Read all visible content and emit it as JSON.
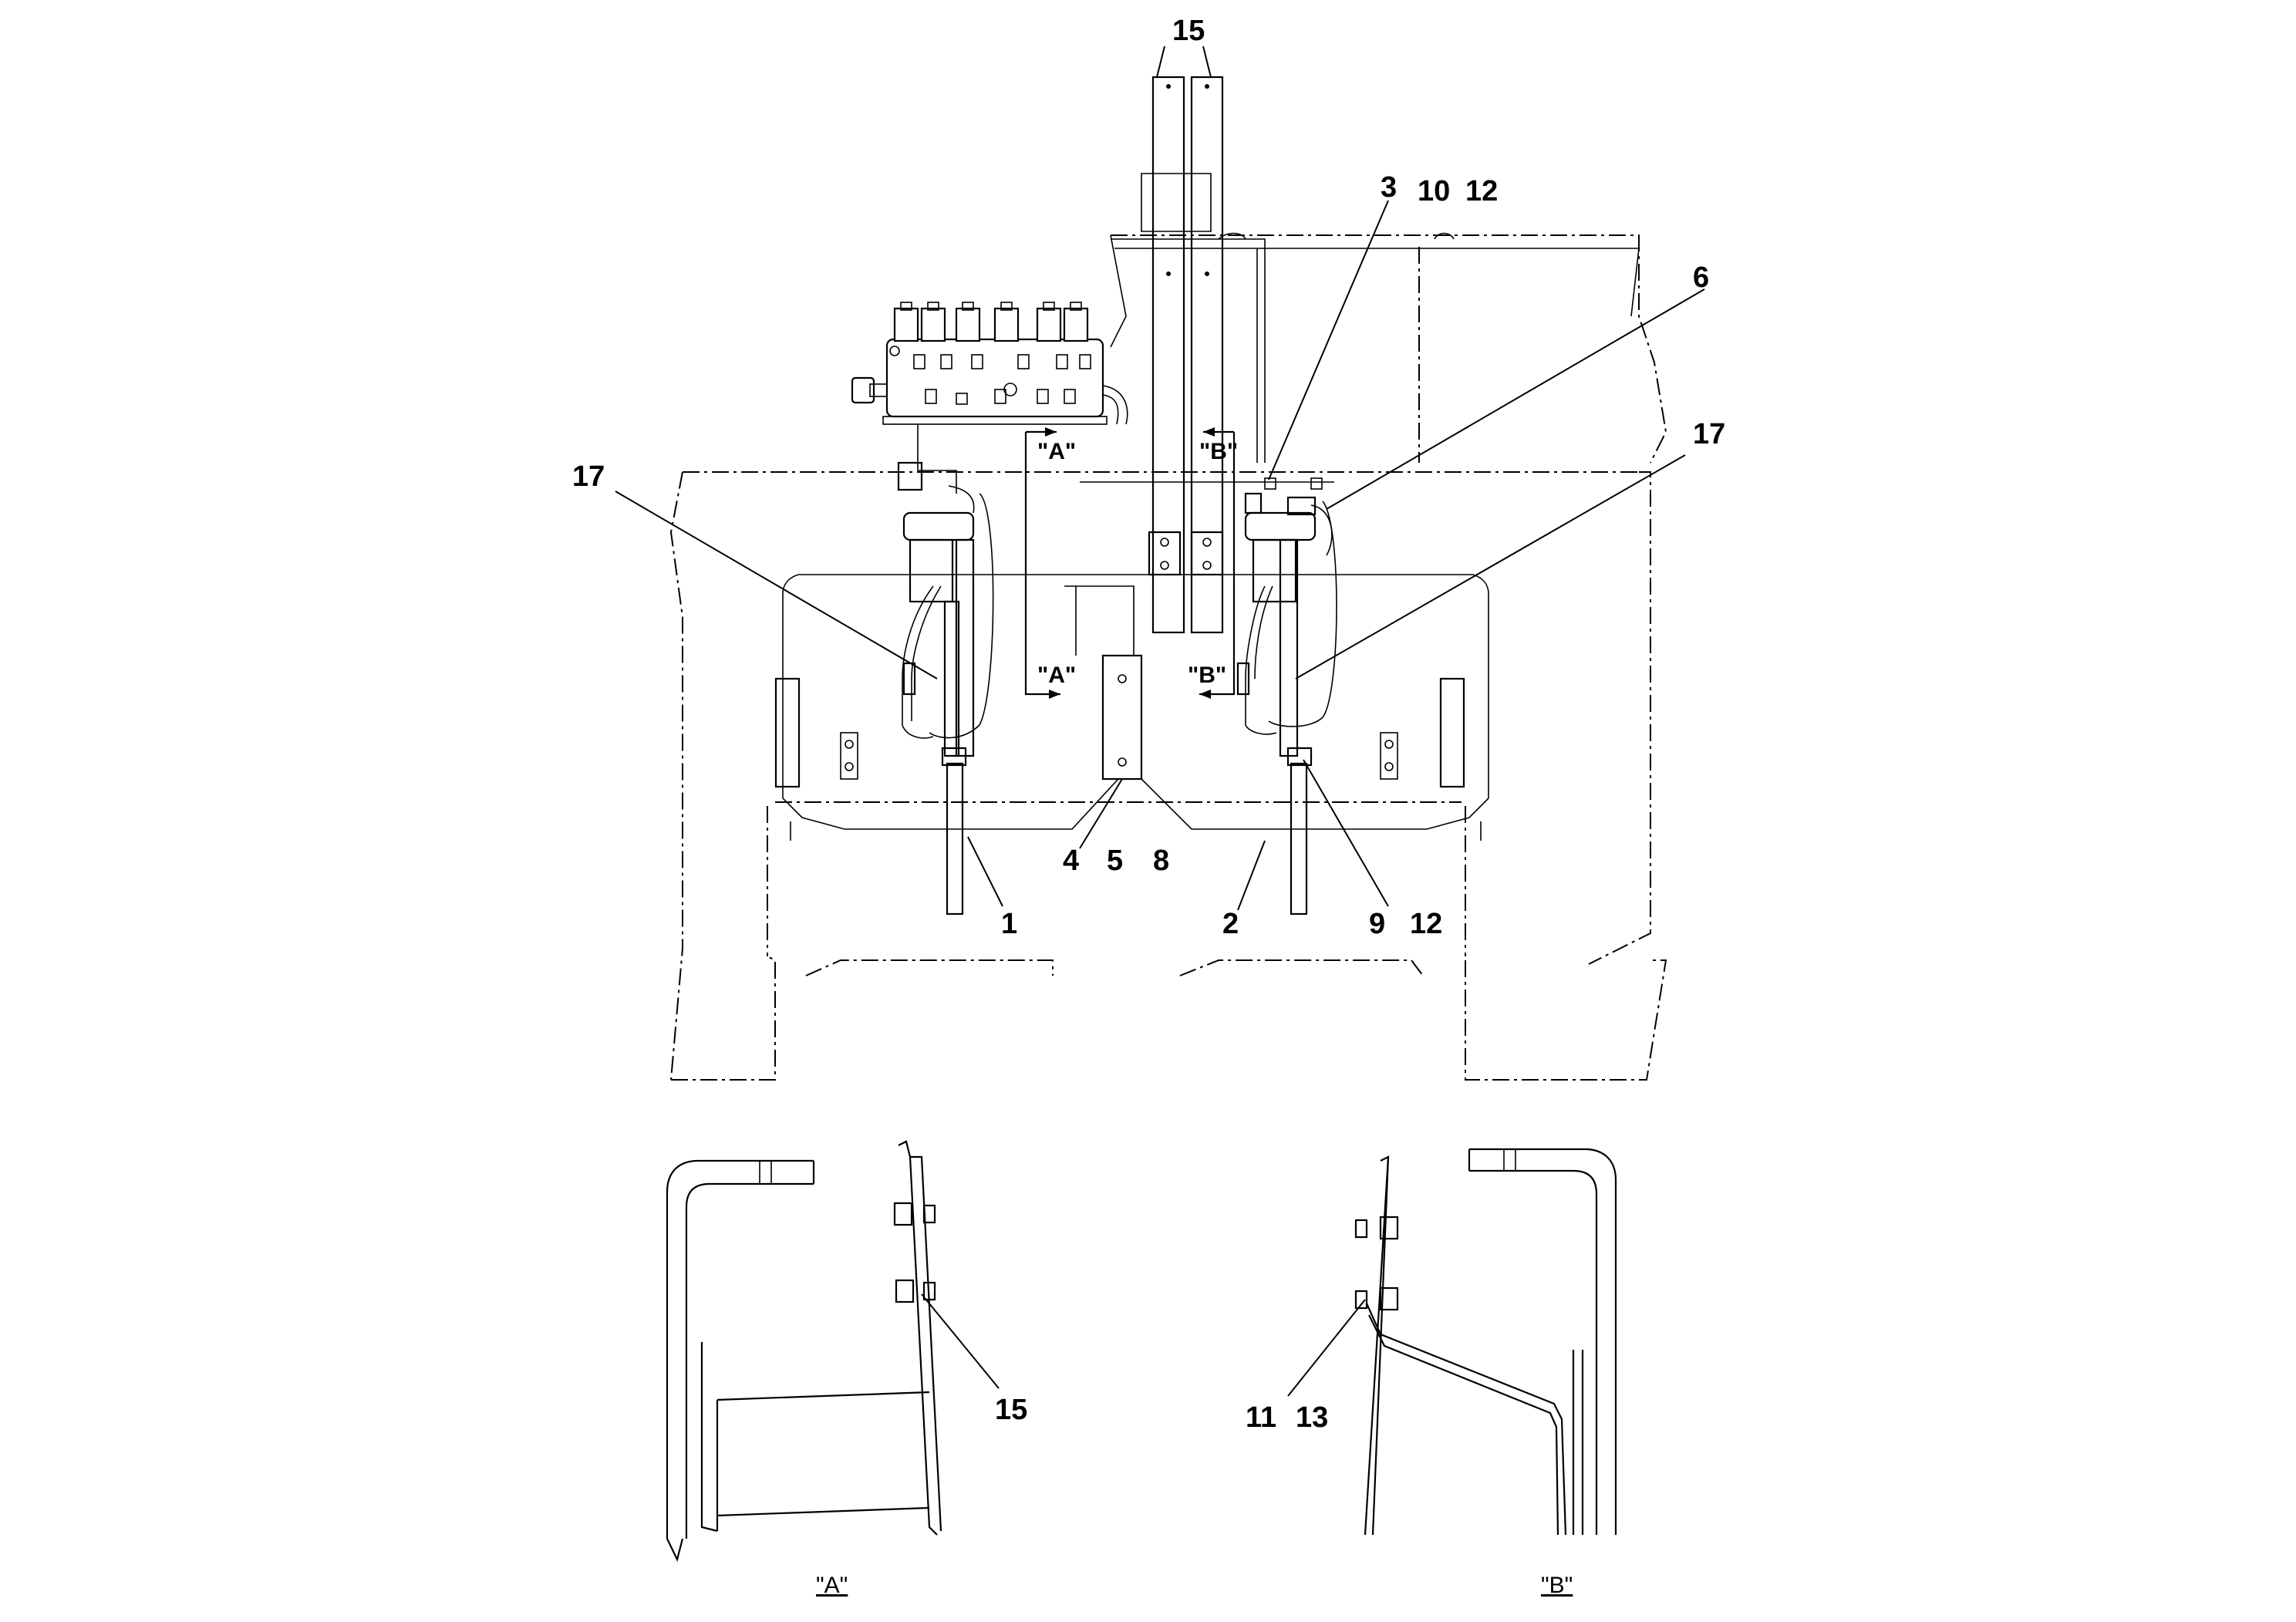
{
  "callouts": {
    "top_15": "15",
    "c3": "3",
    "c10": "10",
    "c12_top": "12",
    "c6": "6",
    "c17_left": "17",
    "c17_right": "17",
    "c1": "1",
    "c4": "4",
    "c5": "5",
    "c8": "8",
    "c2": "2",
    "c9": "9",
    "c12_bottom": "12",
    "detail_a_15": "15",
    "c11": "11",
    "c13": "13"
  },
  "section_marks": {
    "a_top": "\"A\"",
    "a_bottom": "\"A\"",
    "b_top": "\"B\"",
    "b_bottom": "\"B\""
  },
  "detail_captions": {
    "a": "\"A\"",
    "b": "\"B\""
  }
}
